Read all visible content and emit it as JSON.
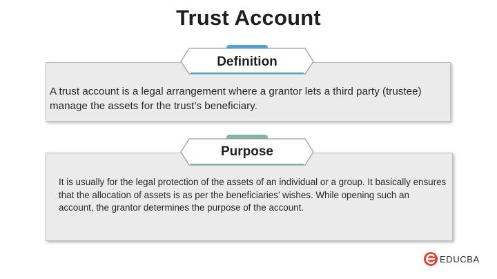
{
  "title": "Trust Account",
  "definition": {
    "label": "Definition",
    "text": "A trust account is a legal arrangement where a grantor lets a third party (trustee) manage the assets for the trust’s beneficiary.",
    "tab_color": "#4aa3df"
  },
  "purpose": {
    "label": "Purpose",
    "text": "It is usually for the legal protection of the assets of an individual or a group. It basically ensures that the allocation of assets is as per the beneficiaries’ wishes. While opening such an account, the grantor determines the purpose of the account.",
    "tab_color": "#7fb8a4"
  },
  "brand": {
    "name": "EDUCBA",
    "icon": "educba-logo-icon",
    "color": "#e8402f"
  }
}
